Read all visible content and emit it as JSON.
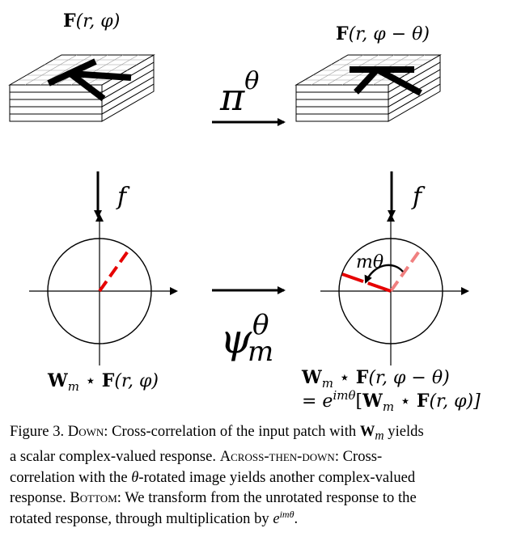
{
  "diagram": {
    "top_left_label": {
      "bold": "F",
      "args": "(r, φ)"
    },
    "top_right_label": {
      "bold": "F",
      "args": "(r, φ − θ)"
    },
    "left_glyph": "K",
    "right_glyph": "K",
    "top_arrow_label": {
      "base": "π",
      "sup": "θ"
    },
    "down_arrow_left_label": "f",
    "down_arrow_right_label": "f",
    "rotation_label": "mθ",
    "bottom_arrow_label": {
      "base": "ψ",
      "sup": "θ",
      "sub": "m"
    },
    "bottom_left_label": {
      "w": "W",
      "w_sub": "m",
      "star": "⋆",
      "f": "F",
      "args": "(r, φ)"
    },
    "bottom_right_label_1": {
      "w": "W",
      "w_sub": "m",
      "star": "⋆",
      "f": "F",
      "args": "(r, φ − θ)"
    },
    "bottom_right_label_2": {
      "eq": "= e",
      "exp": "imθ",
      "rest_open": "[",
      "w": "W",
      "w_sub": "m",
      "star": "⋆",
      "f": "F",
      "args": "(r, φ)]"
    },
    "colors": {
      "response_red": "#e60000",
      "rotated_pink": "#f08080"
    }
  },
  "caption": {
    "prefix": "Figure 3.",
    "down": "Down",
    "down_text": ": Cross-correlation of the input patch with ",
    "w": "W",
    "w_sub": "m",
    "down_text_2": " yields",
    "line2": "a scalar complex-valued response.",
    "across": "Across-then-down",
    "across_text": ": Cross-",
    "line3a": "correlation with the ",
    "theta": "θ",
    "line3b": "-rotated image yields another complex-valued",
    "line4a": "response.",
    "bottom": "Bottom",
    "line4b": ": We transform from the unrotated response to the",
    "line5a": "rotated response, through multiplication by ",
    "e": "e",
    "e_sup": "imθ",
    "line5b": "."
  }
}
